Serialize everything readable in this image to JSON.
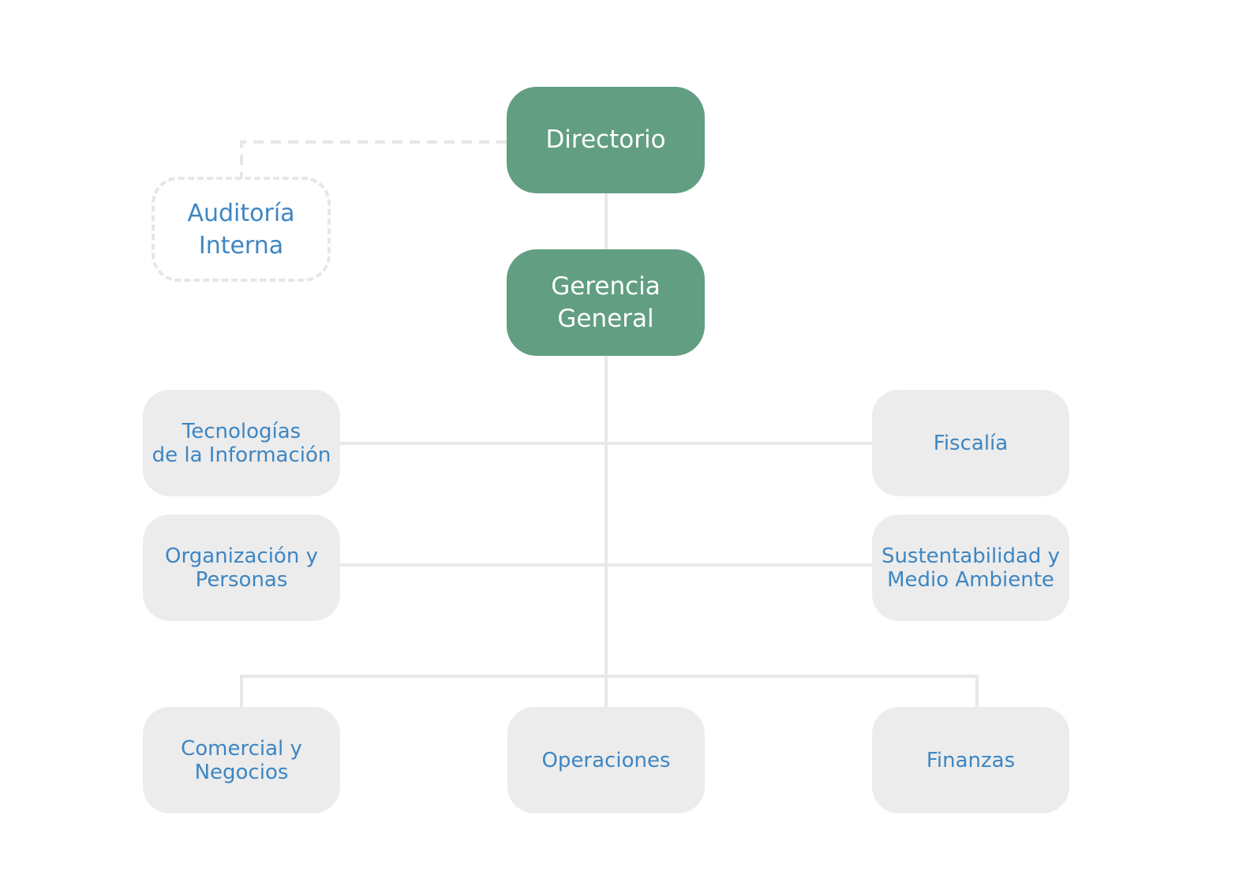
{
  "colors": {
    "primary_fill": "#629e82",
    "unit_fill": "#ececec",
    "unit_text": "#3d86c3",
    "primary_text": "#ffffff",
    "connector": "#e8e8e8",
    "dashed_border": "#e6e6e6"
  },
  "nodes": {
    "directorio": "Directorio",
    "gerencia_general": "Gerencia\n General",
    "auditoria_interna": "Auditoría\nInterna",
    "tecnologias": "Tecnologías\nde la Información",
    "fiscalia": "Fiscalía",
    "organizacion": "Organización y\nPersonas",
    "sustentabilidad": "Sustentabilidad y\nMedio Ambiente",
    "comercial": "Comercial y\nNegocios",
    "operaciones": "Operaciones",
    "finanzas": "Finanzas"
  },
  "edges": [
    {
      "from": "directorio",
      "to": "gerencia_general",
      "style": "solid"
    },
    {
      "from": "directorio",
      "to": "auditoria_interna",
      "style": "dashed"
    },
    {
      "from": "gerencia_general",
      "to": "tecnologias",
      "style": "solid"
    },
    {
      "from": "gerencia_general",
      "to": "fiscalia",
      "style": "solid"
    },
    {
      "from": "gerencia_general",
      "to": "organizacion",
      "style": "solid"
    },
    {
      "from": "gerencia_general",
      "to": "sustentabilidad",
      "style": "solid"
    },
    {
      "from": "gerencia_general",
      "to": "comercial",
      "style": "solid"
    },
    {
      "from": "gerencia_general",
      "to": "operaciones",
      "style": "solid"
    },
    {
      "from": "gerencia_general",
      "to": "finanzas",
      "style": "solid"
    }
  ]
}
